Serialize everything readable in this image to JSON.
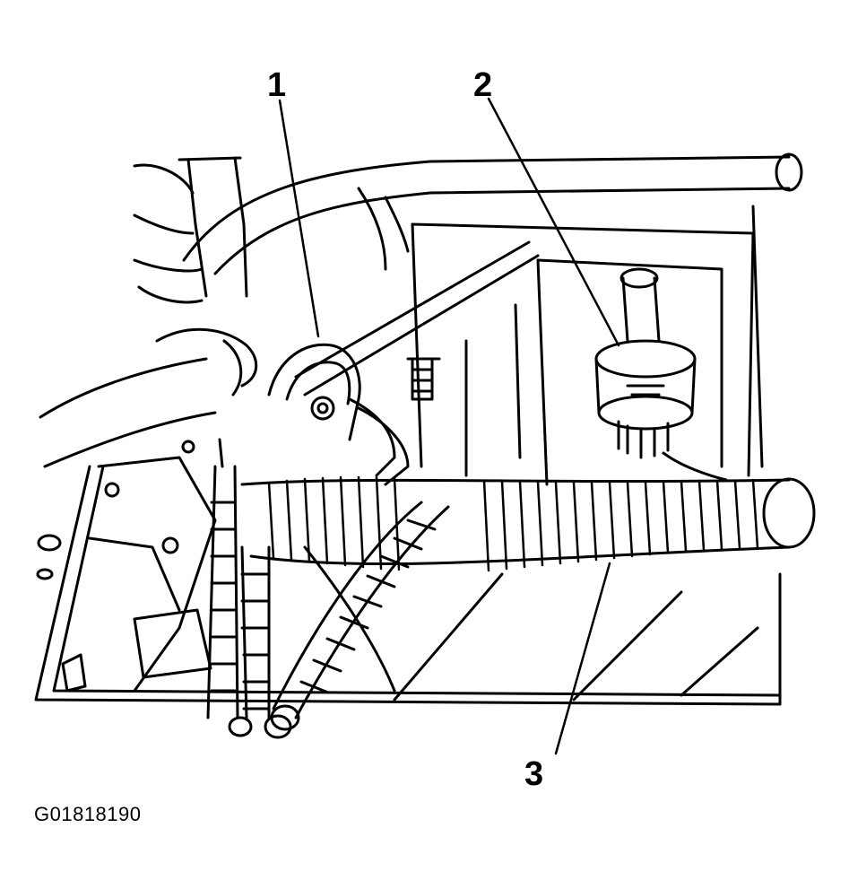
{
  "figure": {
    "id": "G01818190",
    "callouts": [
      {
        "number": "1"
      },
      {
        "number": "2"
      },
      {
        "number": "3"
      }
    ]
  }
}
